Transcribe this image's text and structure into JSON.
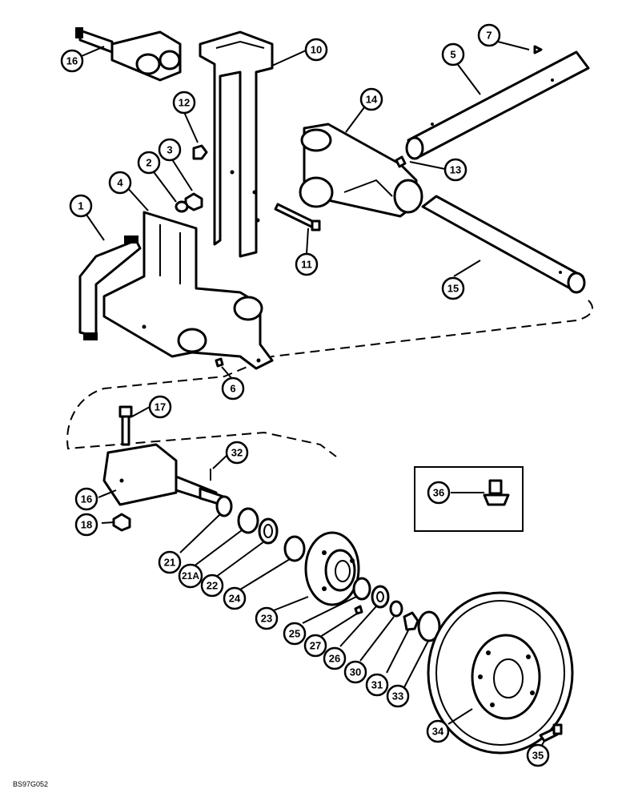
{
  "drawing_code": "BS97G052",
  "callouts": [
    {
      "id": "c16a",
      "label": "16"
    },
    {
      "id": "c10",
      "label": "10"
    },
    {
      "id": "c7",
      "label": "7"
    },
    {
      "id": "c5",
      "label": "5"
    },
    {
      "id": "c12",
      "label": "12"
    },
    {
      "id": "c14",
      "label": "14"
    },
    {
      "id": "c3",
      "label": "3"
    },
    {
      "id": "c2",
      "label": "2"
    },
    {
      "id": "c4",
      "label": "4"
    },
    {
      "id": "c13",
      "label": "13"
    },
    {
      "id": "c1",
      "label": "1"
    },
    {
      "id": "c11",
      "label": "11"
    },
    {
      "id": "c15",
      "label": "15"
    },
    {
      "id": "c6",
      "label": "6"
    },
    {
      "id": "c17",
      "label": "17"
    },
    {
      "id": "c32",
      "label": "32"
    },
    {
      "id": "c36",
      "label": "36"
    },
    {
      "id": "c16b",
      "label": "16"
    },
    {
      "id": "c18",
      "label": "18"
    },
    {
      "id": "c21",
      "label": "21"
    },
    {
      "id": "c21a",
      "label": "21A"
    },
    {
      "id": "c22",
      "label": "22"
    },
    {
      "id": "c24",
      "label": "24"
    },
    {
      "id": "c23",
      "label": "23"
    },
    {
      "id": "c25",
      "label": "25"
    },
    {
      "id": "c27",
      "label": "27"
    },
    {
      "id": "c26",
      "label": "26"
    },
    {
      "id": "c30",
      "label": "30"
    },
    {
      "id": "c31",
      "label": "31"
    },
    {
      "id": "c33",
      "label": "33"
    },
    {
      "id": "c34",
      "label": "34"
    },
    {
      "id": "c35",
      "label": "35"
    }
  ]
}
